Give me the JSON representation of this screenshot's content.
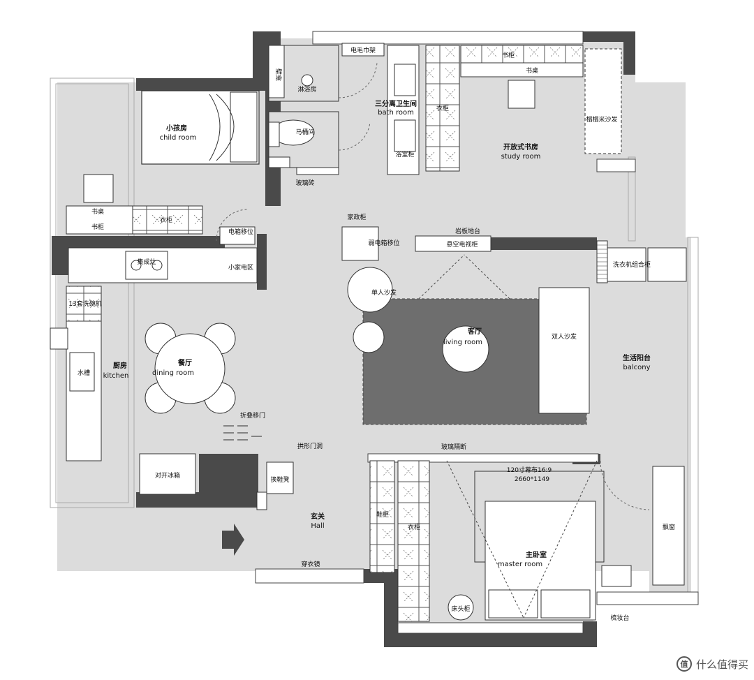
{
  "rooms": {
    "child_room": {
      "cn": "小孩房",
      "en": "child room"
    },
    "study_room": {
      "cn": "开放式书房",
      "en": "study room"
    },
    "bath_room": {
      "cn": "三分离卫生间",
      "en": "bath room"
    },
    "kitchen": {
      "cn": "厨房",
      "en": "kitchen"
    },
    "dining_room": {
      "cn": "餐厅",
      "en": "dining room"
    },
    "living_room": {
      "cn": "客厅",
      "en": "living room"
    },
    "balcony": {
      "cn": "生活阳台",
      "en": "balcony"
    },
    "hall": {
      "cn": "玄关",
      "en": "Hall"
    },
    "master_room": {
      "cn": "主卧室",
      "en": "master room"
    }
  },
  "fixtures": {
    "shower": "淋浴房",
    "toilet": "马桶间",
    "glass_brick": "玻璃砖",
    "towel_rack": "电毛巾架",
    "bathroom_cabinet": "浴室柜",
    "bath_wall": "壁龛",
    "wardrobe_study": "衣柜",
    "bookshelf_top": "书柜",
    "desk_top": "书桌",
    "tatami_sofa": "榻榻米沙发",
    "desk_child": "书桌",
    "bookshelf_child": "书柜",
    "wardrobe_child": "衣柜",
    "appliance_area": "小家电区",
    "stove": "集成灶",
    "dishwasher": "13套洗碗机",
    "sink": "水槽",
    "fridge": "对开冰箱",
    "folding_door": "折叠移门",
    "arched_opening": "拱形门洞",
    "shoe_bench": "换鞋凳",
    "coat_mirror": "穿衣镜",
    "electric_box": "电箱移位",
    "house_cabinet": "家政柜",
    "meter_box": "弱电箱移位",
    "floor_stand": "岩板地台",
    "tv_cabinet": "悬空电视柜",
    "single_sofa": "单人沙发",
    "double_sofa": "双人沙发",
    "washer_cabinet": "洗衣机组合柜",
    "glass_partition": "玻璃隔断",
    "projector": "120寸幕布16:9",
    "projector_size": "2660*1149",
    "shoe_cabinet": "鞋柜",
    "wardrobe_master": "衣柜",
    "bay_window": "飘窗",
    "bedside_table": "床头柜",
    "dressing_table": "梳妆台"
  },
  "watermark": "什么值得买",
  "colors": {
    "wall": "#4a4a4a",
    "floor": "#dcdcdc",
    "rug": "#6e6e6e",
    "furniture": "#ffffff",
    "line": "#333333"
  }
}
